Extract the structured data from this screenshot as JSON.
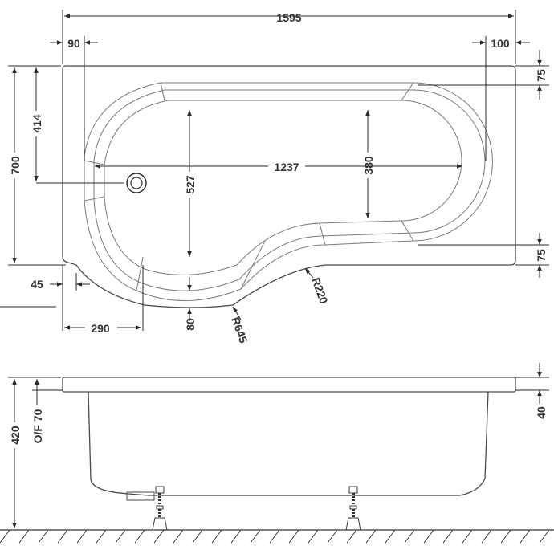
{
  "plan_view": {
    "overall_length": "1595",
    "left_deck": "90",
    "right_deck": "100",
    "top_deck": "75",
    "bottom_deck": "75",
    "overall_width": "700",
    "waste_offset": "414",
    "bowl_width": "527",
    "narrow_width": "380",
    "internal_length": "1237",
    "corner_offset": "45",
    "curve_offset": "290",
    "curve_depth": "80",
    "outer_radius": "R645",
    "inner_radius": "R220"
  },
  "side_view": {
    "height": "420",
    "overflow": "O/F 70",
    "rim_thickness": "40"
  }
}
